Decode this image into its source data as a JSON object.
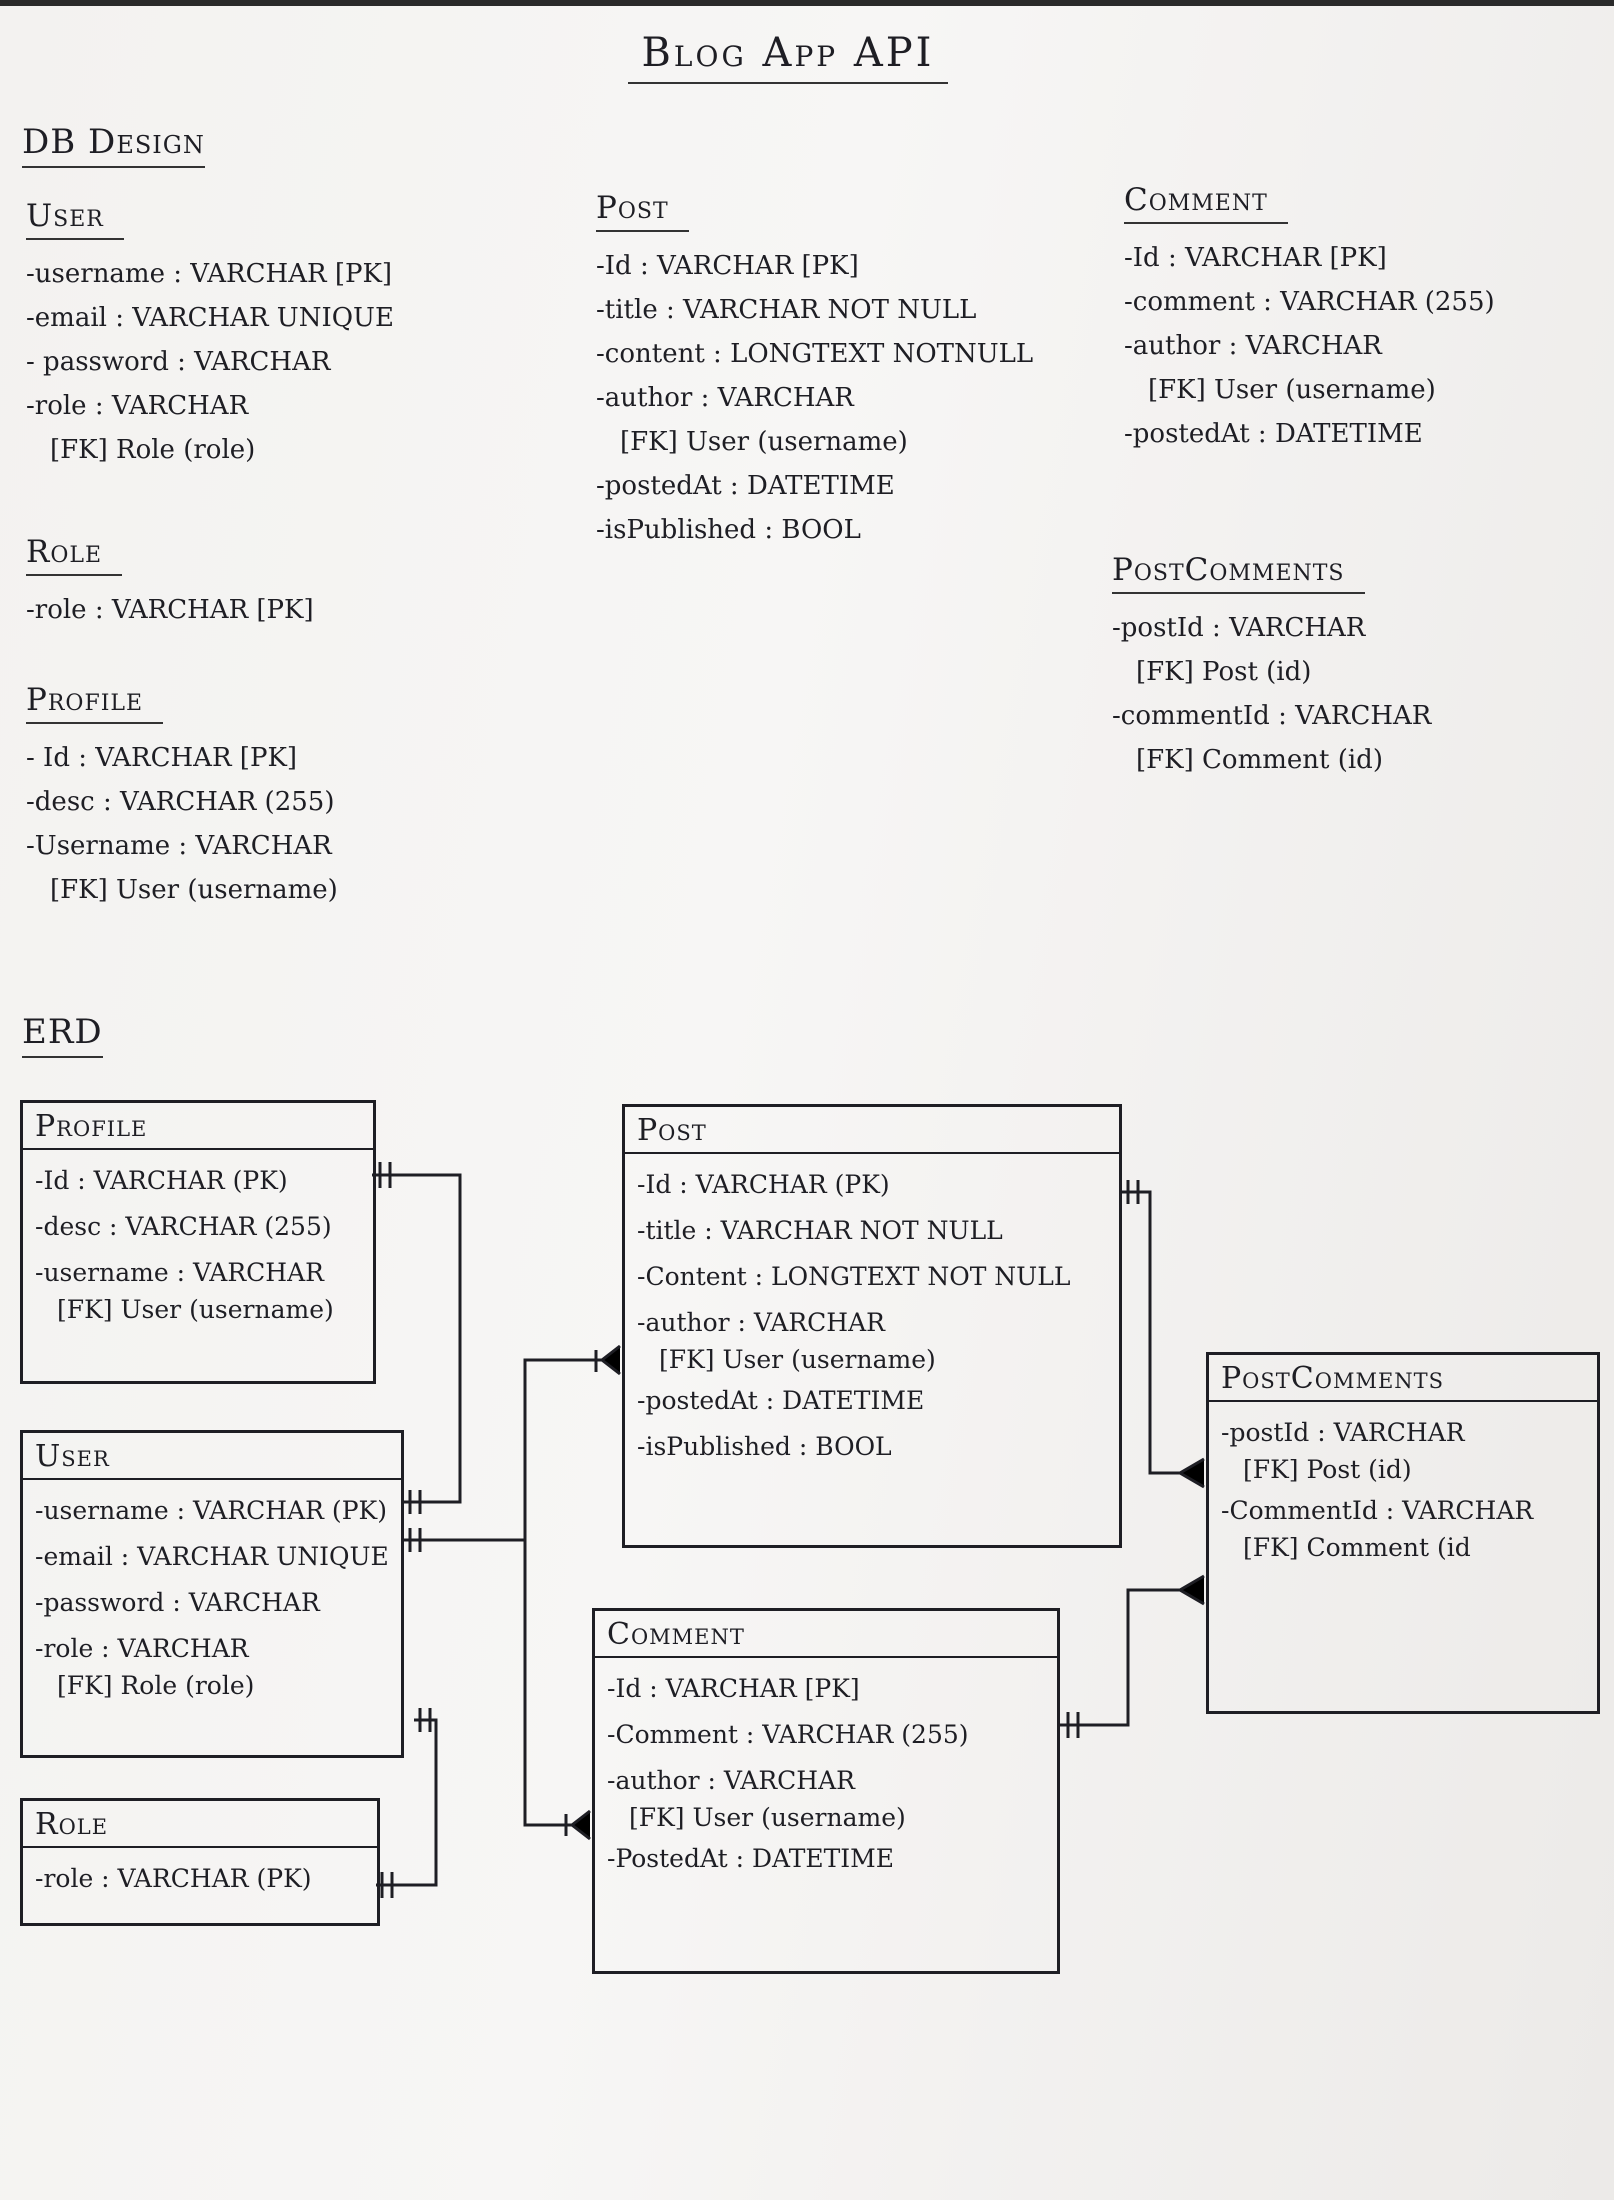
{
  "title": "Blog App API",
  "db_design_heading": "DB Design",
  "erd_heading": "ERD",
  "db_design": {
    "user": {
      "name": "User",
      "fields": [
        {
          "text": "-username : VARCHAR [PK]"
        },
        {
          "text": "-email : VARCHAR UNIQUE"
        },
        {
          "text": "- password : VARCHAR"
        },
        {
          "text": "-role : VARCHAR",
          "ref": "[FK] Role (role)"
        }
      ]
    },
    "role": {
      "name": "Role",
      "fields": [
        {
          "text": "-role : VARCHAR [PK]"
        }
      ]
    },
    "profile": {
      "name": "Profile",
      "fields": [
        {
          "text": "- Id : VARCHAR [PK]"
        },
        {
          "text": "-desc : VARCHAR (255)"
        },
        {
          "text": "-Username : VARCHAR",
          "ref": "[FK] User (username)"
        }
      ]
    },
    "post": {
      "name": "Post",
      "fields": [
        {
          "text": "-Id : VARCHAR [PK]"
        },
        {
          "text": "-title : VARCHAR NOT NULL"
        },
        {
          "text": "-content : LONGTEXT NOTNULL"
        },
        {
          "text": "-author : VARCHAR",
          "ref": "[FK] User (username)"
        },
        {
          "text": "-postedAt : DATETIME"
        },
        {
          "text": "-isPublished : BOOL"
        }
      ]
    },
    "comment": {
      "name": "Comment",
      "fields": [
        {
          "text": "-Id : VARCHAR [PK]"
        },
        {
          "text": "-comment : VARCHAR (255)"
        },
        {
          "text": "-author : VARCHAR",
          "ref": "[FK] User (username)"
        },
        {
          "text": "-postedAt : DATETIME"
        }
      ]
    },
    "post_comments": {
      "name": "PostComments",
      "fields": [
        {
          "text": "-postId : VARCHAR",
          "ref": "[FK] Post (id)"
        },
        {
          "text": "-commentId : VARCHAR",
          "ref": "[FK] Comment (id)"
        }
      ]
    }
  },
  "erd": {
    "profile": {
      "name": "Profile",
      "fields": [
        {
          "text": "-Id : VARCHAR (PK)"
        },
        {
          "text": "-desc : VARCHAR (255)"
        },
        {
          "text": "-username : VARCHAR",
          "ref": "[FK] User (username)"
        }
      ]
    },
    "user": {
      "name": "User",
      "fields": [
        {
          "text": "-username : VARCHAR (PK)"
        },
        {
          "text": "-email : VARCHAR UNIQUE"
        },
        {
          "text": "-password : VARCHAR"
        },
        {
          "text": "-role : VARCHAR",
          "ref": "[FK] Role (role)"
        }
      ]
    },
    "role": {
      "name": "Role",
      "fields": [
        {
          "text": "-role : VARCHAR (PK)"
        }
      ]
    },
    "post": {
      "name": "Post",
      "fields": [
        {
          "text": "-Id : VARCHAR (PK)"
        },
        {
          "text": "-title : VARCHAR NOT NULL"
        },
        {
          "text": "-Content : LONGTEXT NOT NULL"
        },
        {
          "text": "-author : VARCHAR",
          "ref": "[FK] User (username)"
        },
        {
          "text": "-postedAt : DATETIME"
        },
        {
          "text": "-isPublished : BOOL"
        }
      ]
    },
    "comment": {
      "name": "Comment",
      "fields": [
        {
          "text": "-Id : VARCHAR [PK]"
        },
        {
          "text": "-Comment : VARCHAR (255)"
        },
        {
          "text": "-author : VARCHAR",
          "ref": "[FK] User (username)"
        },
        {
          "text": "-PostedAt : DATETIME"
        }
      ]
    },
    "post_comments": {
      "name": "PostComments",
      "fields": [
        {
          "text": "-postId : VARCHAR",
          "ref": "[FK] Post (id)"
        },
        {
          "text": "-CommentId : VARCHAR",
          "ref": "[FK] Comment (id"
        }
      ]
    }
  },
  "colors": {
    "ink": "#1e1e24",
    "paper": "#f4f3f1"
  }
}
